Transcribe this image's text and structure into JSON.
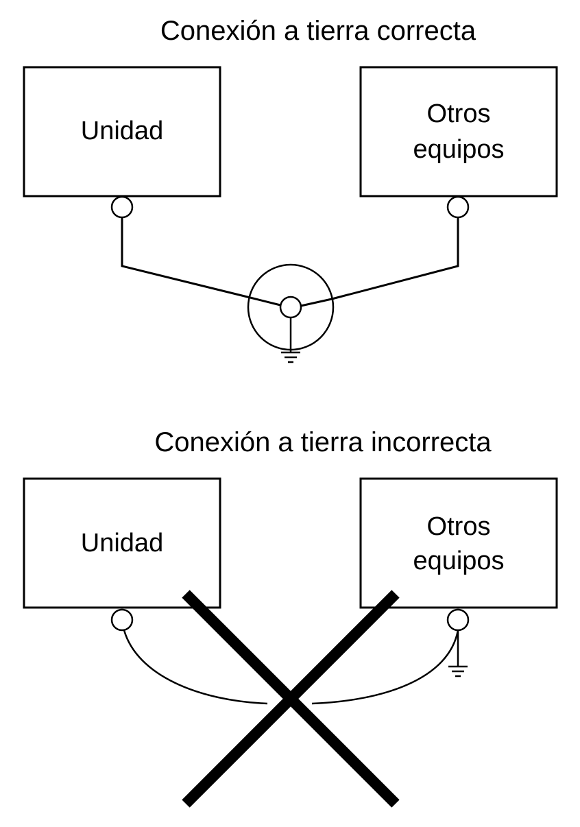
{
  "colors": {
    "stroke": "#000000",
    "background": "#ffffff"
  },
  "correct": {
    "title": "Conexión a tierra correcta",
    "unit_label": "Unidad",
    "other_label_line1": "Otros",
    "other_label_line2": "equipos"
  },
  "incorrect": {
    "title": "Conexión a tierra incorrecta",
    "unit_label": "Unidad",
    "other_label_line1": "Otros",
    "other_label_line2": "equipos"
  },
  "icons": {
    "ground": "ground-icon",
    "prohibited": "cross-out-icon",
    "terminal": "terminal-icon"
  }
}
